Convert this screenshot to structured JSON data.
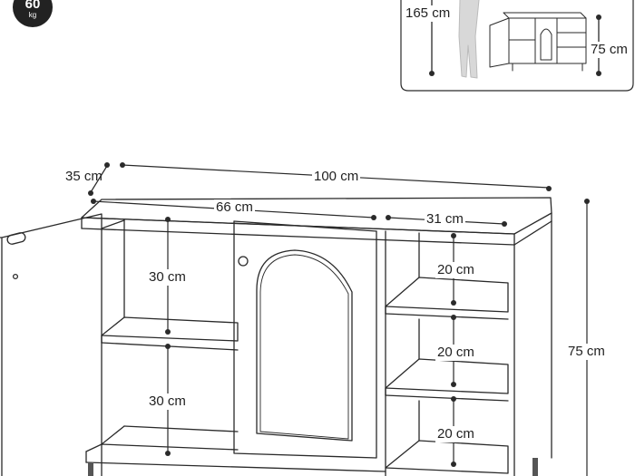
{
  "load_badge": {
    "weight": "60",
    "unit": "kg"
  },
  "inset": {
    "person_height": "165 cm",
    "cabinet_height": "75 cm"
  },
  "dimensions": {
    "depth": "35 cm",
    "width": "100 cm",
    "left_section_width": "66 cm",
    "right_section_width": "31 cm",
    "total_height": "75 cm",
    "left_upper_shelf": "30 cm",
    "left_lower_shelf": "30 cm",
    "right_shelf_1": "20 cm",
    "right_shelf_2": "20 cm",
    "right_shelf_3": "20 cm"
  },
  "colors": {
    "line": "#2a2a2a",
    "background": "#ffffff",
    "badge": "#222222"
  }
}
